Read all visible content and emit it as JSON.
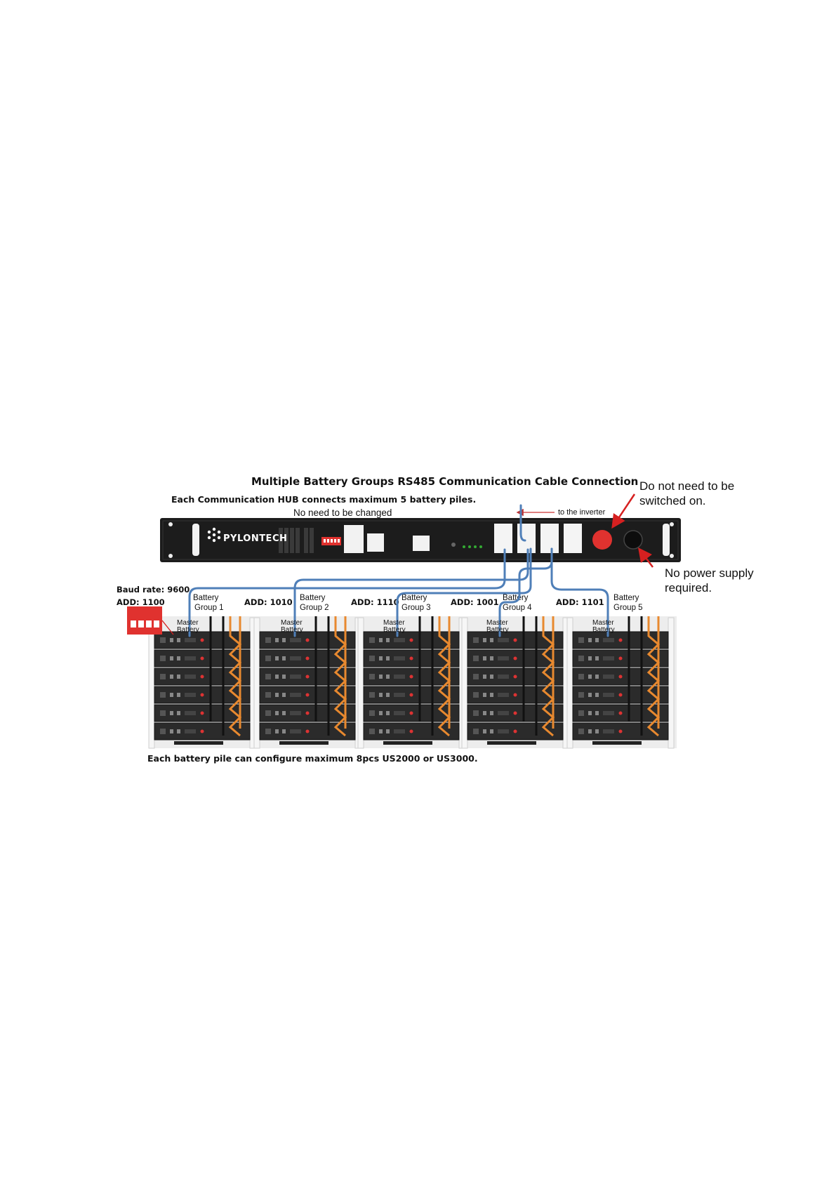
{
  "title": "Multiple Battery Groups RS485 Communication Cable Connection",
  "subtitle": "Each Communication HUB connects maximum 5 battery piles.",
  "hub_note": "No need to be changed",
  "inverter_label": "to the inverter",
  "switch_note": "Do not need to be switched on.",
  "power_note": "No power supply required.",
  "brand_logo": "PYLONTECH",
  "baud_rate": "Baud rate: 9600",
  "footer": "Each battery pile can configure maximum 8pcs US2000 or US3000.",
  "groups": [
    {
      "label_1": "Battery",
      "label_2": "Group 1",
      "address": "ADD: 1100",
      "master_1": "Master",
      "master_2": "Battery"
    },
    {
      "label_1": "Battery",
      "label_2": "Group 2",
      "address": "ADD: 1010",
      "master_1": "Master",
      "master_2": "Battery"
    },
    {
      "label_1": "Battery",
      "label_2": "Group 3",
      "address": "ADD: 1110",
      "master_1": "Master",
      "master_2": "Battery"
    },
    {
      "label_1": "Battery",
      "label_2": "Group 4",
      "address": "ADD: 1001",
      "master_1": "Master",
      "master_2": "Battery"
    },
    {
      "label_1": "Battery",
      "label_2": "Group 5",
      "address": "ADD: 1101",
      "master_1": "Master",
      "master_2": "Battery"
    }
  ],
  "colors": {
    "hub_body": "#1c1c1c",
    "cable_blue": "#4f7fb8",
    "cable_orange": "#e8892f",
    "dip_red": "#e0322f",
    "arrow_red": "#d62020",
    "battery_frame": "#dcdcdc",
    "battery_module": "#2b2b2b"
  },
  "icons": [
    "dip-switch-icon",
    "power-button-icon",
    "rj45-port-icon",
    "arrow-icon"
  ]
}
